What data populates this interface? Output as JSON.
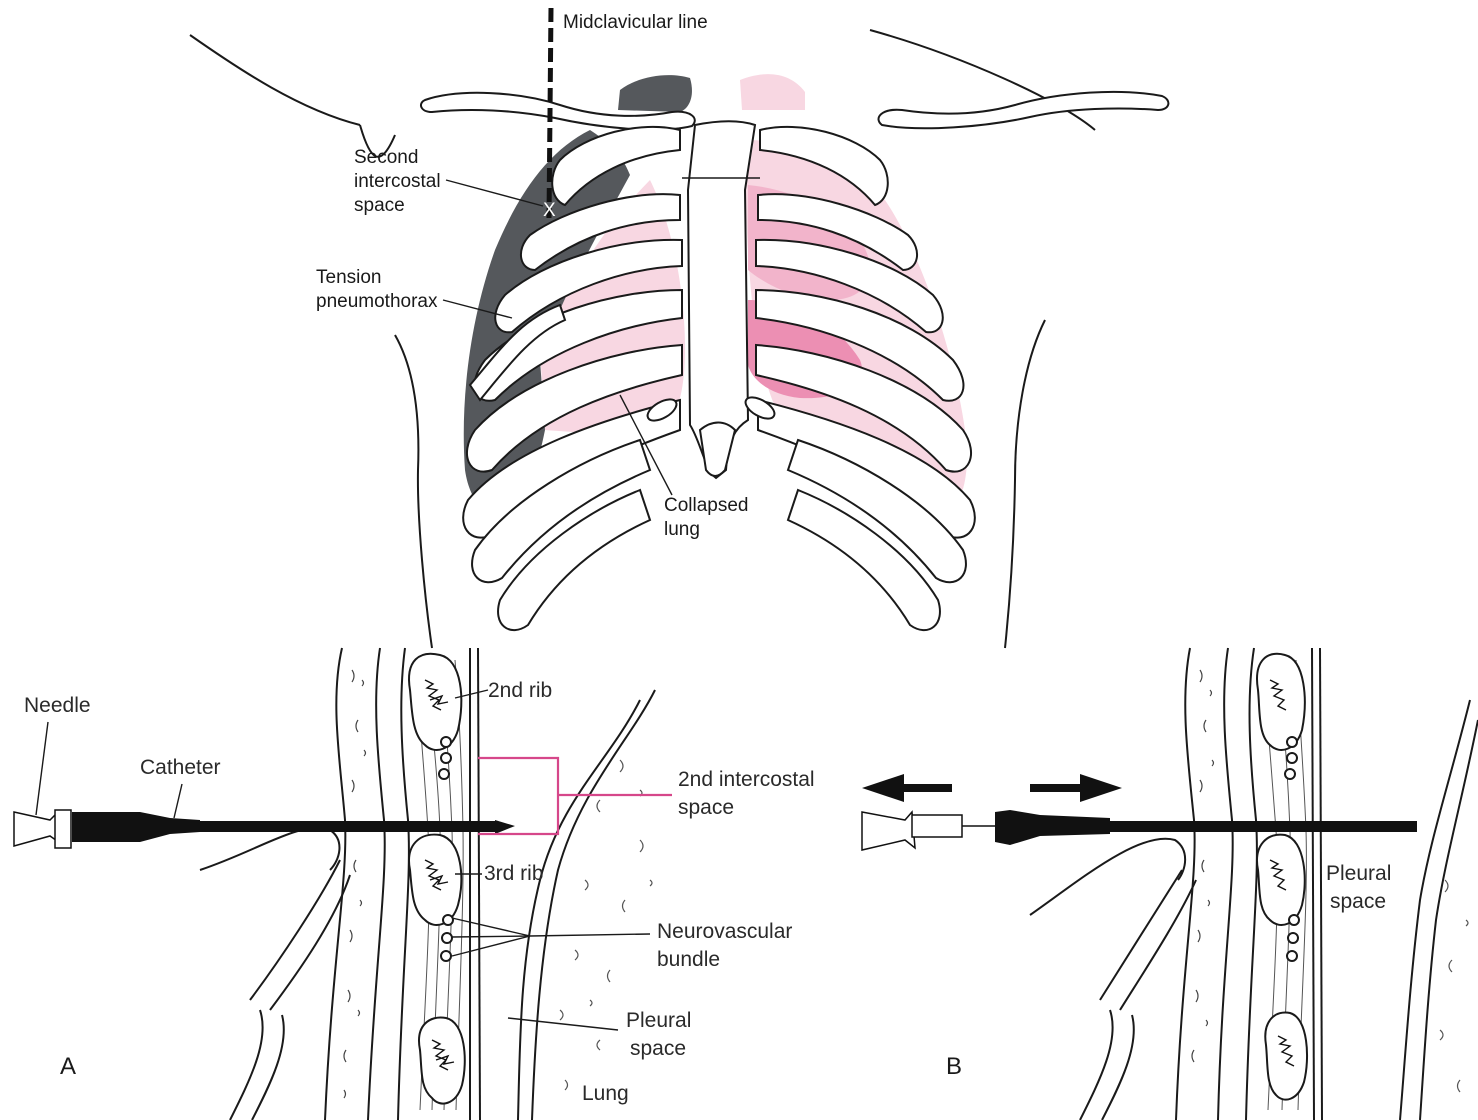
{
  "labels": {
    "midclavicular_line": "Midclavicular line",
    "second_intercostal_space": [
      "Second",
      "intercostal",
      "space"
    ],
    "insertion_mark": "X",
    "tension_pneumothorax": [
      "Tension",
      "pneumothorax"
    ],
    "collapsed_lung": [
      "Collapsed",
      "lung"
    ],
    "needle": "Needle",
    "catheter": "Catheter",
    "second_rib": "2nd rib",
    "third_rib": "3rd rib",
    "second_intercostal_space_detail": [
      "2nd intercostal",
      "space"
    ],
    "neurovascular_bundle": [
      "Neurovascular",
      "bundle"
    ],
    "pleural_space_a": [
      "Pleural",
      "space"
    ],
    "lung": "Lung",
    "pleural_space_b": [
      "Pleural",
      "space"
    ]
  },
  "panels": {
    "a": "A",
    "b": "B"
  },
  "colors": {
    "pneumothorax": "#55585c",
    "lung_light": "#f8d7e2",
    "lung_mid": "#f2b4cb",
    "lung_deep": "#ec8fb3",
    "bracket": "#d6478a",
    "ink": "#1a1a1a"
  }
}
